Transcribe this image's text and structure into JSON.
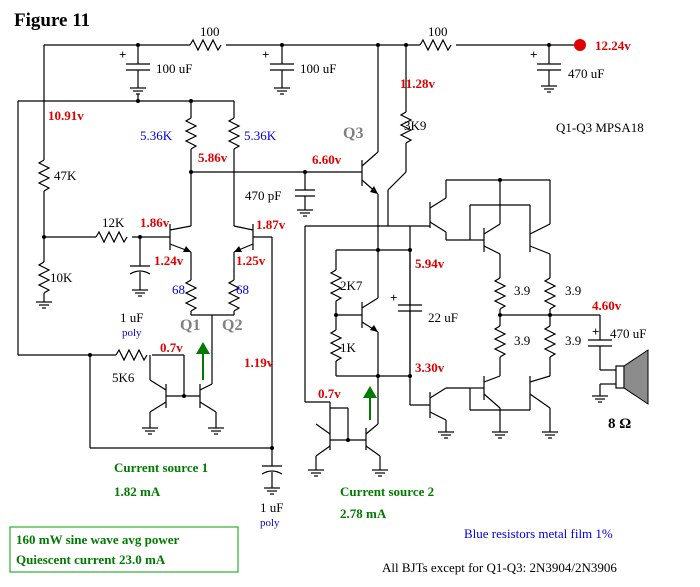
{
  "figure_title": "Figure 11",
  "supply_voltage": "12.24v",
  "resistors": {
    "r_top_left": "100",
    "r_top_right": "100",
    "r_47k": "47K",
    "r_10k": "10K",
    "r_12k": "12K",
    "r_536k_left": "5.36K",
    "r_536k_right": "5.36K",
    "r_68_left": "68",
    "r_68_right": "68",
    "r_5k6": "5K6",
    "r_3k9": "3K9",
    "r_2k7": "2K7",
    "r_1k": "1K",
    "r_39_a": "3.9",
    "r_39_b": "3.9",
    "r_39_c": "3.9",
    "r_39_d": "3.9"
  },
  "capacitors": {
    "c_100uf_left": "100 uF",
    "c_100uf_mid": "100 uF",
    "c_470uf_top": "470 uF",
    "c_470pf": "470 pF",
    "c_1uf_left": "1 uF",
    "c_1uf_left_type": "poly",
    "c_1uf_bottom": "1 uF",
    "c_1uf_bottom_type": "poly",
    "c_22uf": "22 uF",
    "c_470uf_out": "470 uF"
  },
  "voltages": {
    "v_1091": "10.91v",
    "v_1128": "11.28v",
    "v_586": "5.86v",
    "v_660": "6.60v",
    "v_186": "1.86v",
    "v_187": "1.87v",
    "v_124": "1.24v",
    "v_125": "1.25v",
    "v_07_left": "0.7v",
    "v_119": "1.19v",
    "v_594": "5.94v",
    "v_330": "3.30v",
    "v_07_right": "0.7v",
    "v_460": "4.60v"
  },
  "transistor_labels": {
    "q1": "Q1",
    "q2": "Q2",
    "q3": "Q3"
  },
  "notes": {
    "transistor_type": "Q1-Q3  MPSA18",
    "current_source_1_title": "Current source 1",
    "current_source_1_value": "1.82 mA",
    "current_source_2_title": "Current source 2",
    "current_source_2_value": "2.78 mA",
    "blue_note": "Blue resistors metal film 1%",
    "bjt_note": "All BJTs except for Q1-Q3:  2N3904/2N3906",
    "power_line": "160 mW sine wave avg power",
    "quiescent_line": "Quiescent current 23.0 mA",
    "speaker_impedance": "8 Ω"
  },
  "colors": {
    "voltage": "#e00000",
    "metal_film": "#0000e0",
    "current_source": "#007a00",
    "transistor_label": "#808080",
    "supply_dot": "#e00000"
  }
}
